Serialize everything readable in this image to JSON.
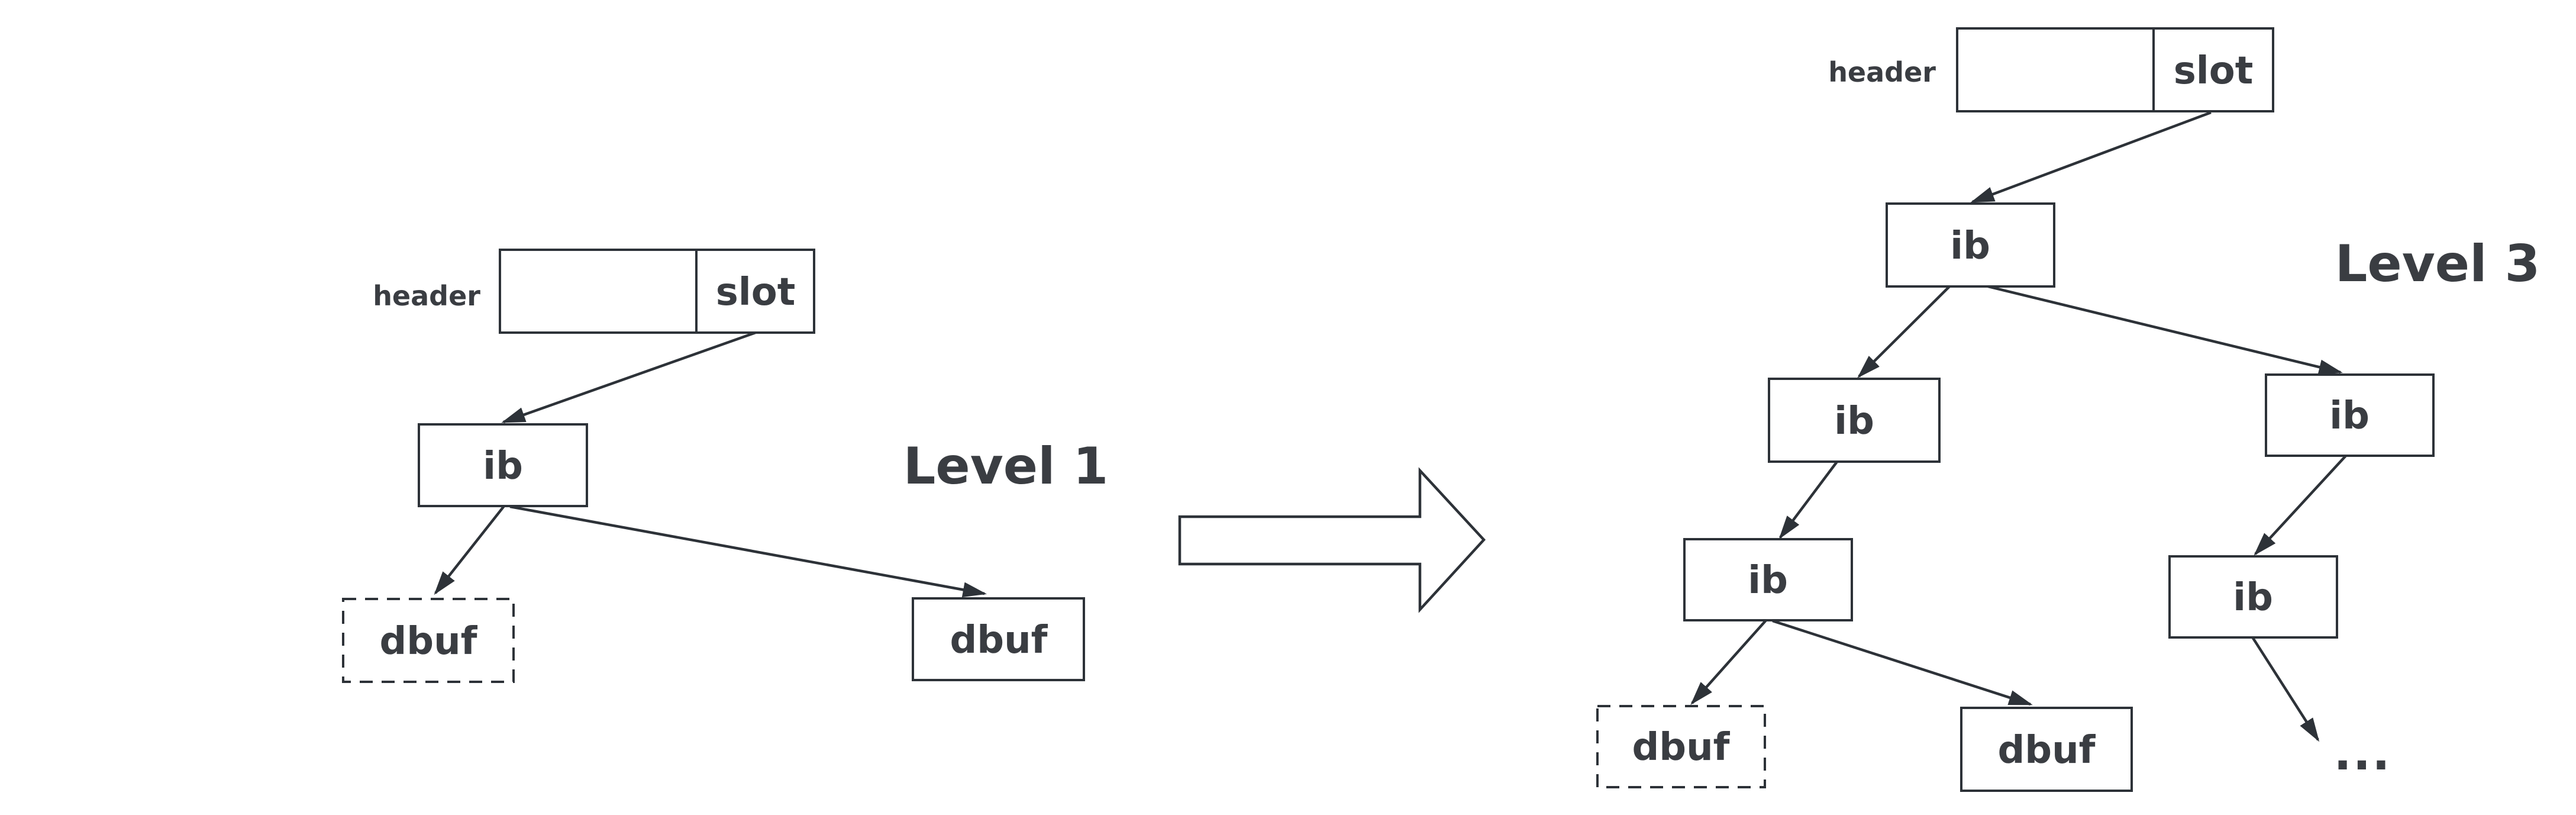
{
  "colors": {
    "background": "#ffffff",
    "stroke": "#2d3238",
    "text": "#3a3d42"
  },
  "left_tree": {
    "level_label": "Level 1",
    "header_label": "header",
    "slot_label": "slot",
    "ib_label": "ib",
    "dbuf_dashed_label": "dbuf",
    "dbuf_solid_label": "dbuf"
  },
  "right_tree": {
    "level_label": "Level 3",
    "header_label": "header",
    "slot_label": "slot",
    "ib_root_label": "ib",
    "ib_level2_left_label": "ib",
    "ib_level2_right_label": "ib",
    "ib_level3_left_label": "ib",
    "ib_level3_right_label": "ib",
    "dbuf_dashed_label": "dbuf",
    "dbuf_solid_label": "dbuf",
    "ellipsis": "..."
  }
}
